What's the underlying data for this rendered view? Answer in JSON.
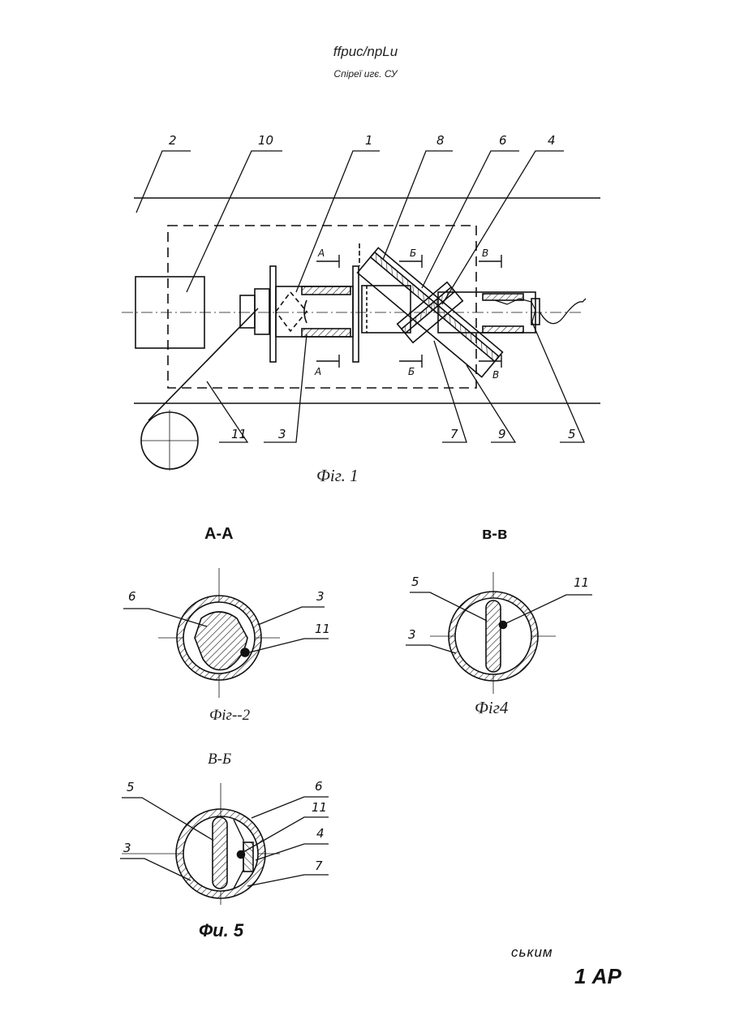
{
  "header": {
    "line1": "ffpuc/npLu",
    "line2": "Спіреї игє. СУ"
  },
  "fig1": {
    "labels": {
      "l2": "2",
      "l10": "10",
      "l1": "1",
      "l8": "8",
      "l6": "6",
      "l4": "4",
      "l11": "11",
      "l3": "3",
      "l7": "7",
      "l9": "9",
      "l5": "5"
    },
    "section_marks": {
      "a_top": "А",
      "a_bottom": "А",
      "b_top": "Б",
      "b_bottom": "Б",
      "v_top": "В",
      "v_bottom": "В"
    },
    "caption": "Фіг. 1"
  },
  "fig2": {
    "title": "А-А",
    "labels": {
      "l6": "6",
      "l3": "3",
      "l11": "11"
    },
    "caption": "Фіг--2"
  },
  "fig4": {
    "title": "в-в",
    "labels": {
      "l5": "5",
      "l11": "11",
      "l3": "3"
    },
    "caption": "Фіг4"
  },
  "fig5": {
    "title": "В-Б",
    "labels": {
      "l5": "5",
      "l6": "6",
      "l11": "11",
      "l4": "4",
      "l3": "3",
      "l7": "7"
    },
    "caption": "Фи. 5"
  },
  "footer": {
    "line1": "ським",
    "line2": "1 АР"
  }
}
